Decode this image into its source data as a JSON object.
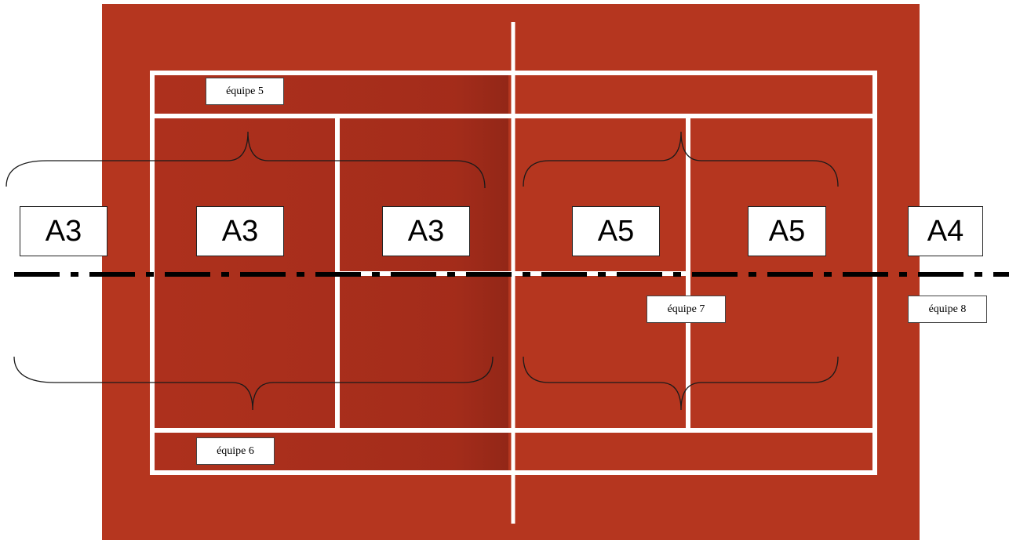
{
  "colors": {
    "court_background": "#b5361f",
    "court_dark_shadow": "#96221a",
    "court_lines": "#ffffff",
    "brace_lines": "#1a1a1a",
    "dash_line": "#000000"
  },
  "zones": [
    "A3",
    "A3",
    "A3",
    "A5",
    "A5",
    "A4"
  ],
  "teams": [
    "équipe 5",
    "équipe 6",
    "équipe 7",
    "équipe 8"
  ],
  "icons": {
    "net": "net-line-icon",
    "centerline": "dash-dot-line-icon"
  }
}
